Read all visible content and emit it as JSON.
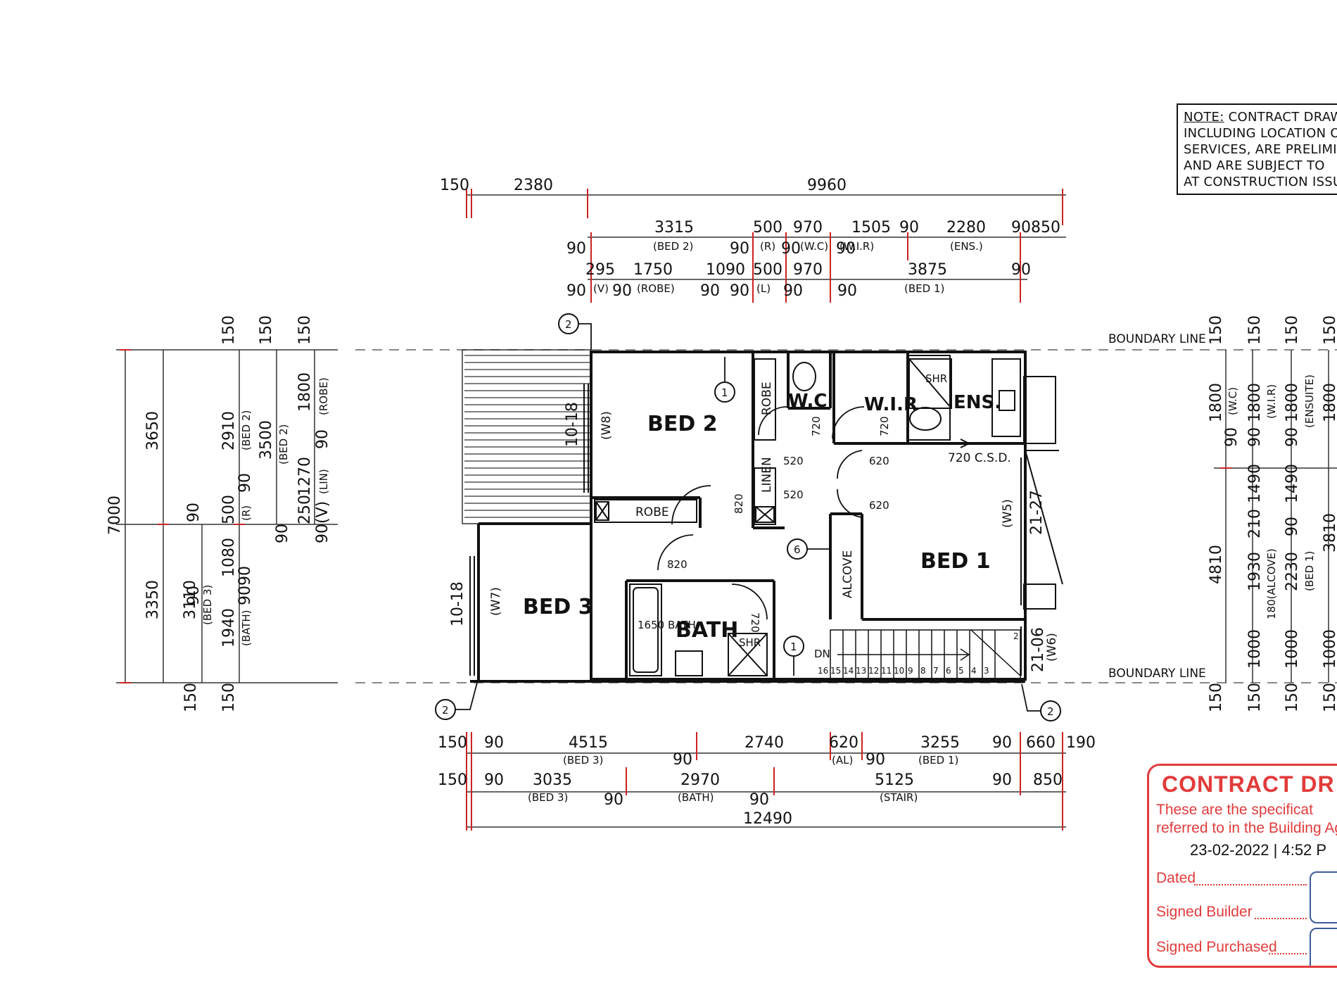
{
  "note": {
    "label": "NOTE:",
    "lines": [
      "CONTRACT DRAW",
      "INCLUDING LOCATION O",
      "SERVICES, ARE PRELIMIN",
      "AND ARE SUBJECT TO",
      "AT CONSTRUCTION ISSU"
    ]
  },
  "rooms": {
    "bed2": "BED 2",
    "bed3": "BED 3",
    "bed1": "BED 1",
    "bath": "BATH",
    "wc": "W.C",
    "wir": "W.I.R",
    "ens": "ENS.",
    "robe_v": "ROBE",
    "robe_h": "ROBE",
    "linen": "LINEN",
    "alcove": "ALCOVE",
    "shr1": "SHR",
    "shr2": "SHR",
    "bath_tub": "1650 BATH",
    "csd": "720  C.S.D.",
    "dn": "DN"
  },
  "windows": {
    "w8": "(W8)",
    "w7": "(W7)",
    "w5": "(W5)",
    "w6": "(W6)"
  },
  "window_sizes": {
    "w8": "10-18",
    "w7": "10-18",
    "w5": "21-27",
    "w6": "21-06"
  },
  "boundary": {
    "top": "BOUNDARY LINE",
    "bottom": "BOUNDARY LINE"
  },
  "stair_numbers": [
    "16",
    "15",
    "14",
    "13",
    "12",
    "11",
    "10",
    "9",
    "8",
    "7",
    "6",
    "5",
    "4",
    "3"
  ],
  "door_labels": [
    "720",
    "720",
    "520",
    "520",
    "620",
    "620",
    "820",
    "820",
    "720"
  ],
  "markers": {
    "m1a": "1",
    "m1b": "1",
    "m2a": "2",
    "m2b": "2",
    "m2c": "2",
    "m6": "6",
    "m2d": "2"
  },
  "dims_top": {
    "row1": [
      "150",
      "2380",
      "9960"
    ],
    "row2": [
      "3315",
      "500",
      "970",
      "1505",
      "90",
      "2280",
      "90850"
    ],
    "row2_sub": [
      "(BED 2)",
      "(R)",
      "(W.C)",
      "(W.I.R)",
      "(ENS.)"
    ],
    "row2_90": [
      "90",
      "90",
      "90",
      "90"
    ],
    "row3": [
      "295",
      "1750",
      "1090",
      "500",
      "970",
      "3875",
      "90"
    ],
    "row3_sub": [
      "(V)",
      "(ROBE)",
      "(L)",
      "(BED 1)"
    ],
    "row3_90": [
      "90",
      "90",
      "90",
      "90",
      "90",
      "90"
    ]
  },
  "dims_bottom": {
    "row1": [
      "150",
      "90",
      "4515",
      "2740",
      "620",
      "3255",
      "90",
      "660",
      "190"
    ],
    "row1_sub": [
      "(BED 3)",
      "(AL)",
      "(BED 1)"
    ],
    "row1_90": [
      "90",
      "90"
    ],
    "row2": [
      "150",
      "90",
      "3035",
      "2970",
      "5125",
      "90",
      "850"
    ],
    "row2_sub": [
      "(BED 3)",
      "(BATH)",
      "(STAIR)"
    ],
    "row2_90": [
      "90",
      "90"
    ],
    "total": "12490"
  },
  "dims_left": {
    "outer": [
      "7000",
      "3650",
      "3350"
    ],
    "col2": [
      "3110",
      "(BED 3)",
      "1940",
      "(BATH)"
    ],
    "col3": [
      "150",
      "2910",
      "(BED 2)",
      "500",
      "(R)",
      "1080",
      "90",
      "90",
      "150"
    ],
    "col4": [
      "150",
      "3500",
      "(BED 2)",
      "250",
      "90",
      "150"
    ],
    "col5": [
      "150",
      "1800",
      "(ROBE)",
      "90",
      "1270",
      "(LIN)",
      "90(V)",
      "90",
      "90"
    ],
    "tick90": "90"
  },
  "dims_right": {
    "c1": [
      "150",
      "1800",
      "(W.C)",
      "90",
      "4810",
      "150"
    ],
    "c2": [
      "150",
      "1800",
      "(W.I.R)",
      "90",
      "1490",
      "210",
      "1930",
      "180(ALCOVE)",
      "1000",
      "150"
    ],
    "c3": [
      "150",
      "1800",
      "(ENSUITE)",
      "90",
      "1490",
      "90",
      "2230",
      "(BED 1)",
      "1000",
      "150"
    ],
    "c4": [
      "150",
      "1800",
      "3810",
      "1000",
      "150"
    ]
  },
  "stamp": {
    "title": "CONTRACT DR",
    "body1": "These are the specificat",
    "body2": "referred to in the Building Ag",
    "date": "23-02-2022 | 4:52 P",
    "dated": "Dated",
    "builder": "Signed Builder",
    "purchased": "Signed Purchased"
  },
  "colors": {
    "ink": "#111111",
    "dimline": "#333333",
    "stamp_red": "#e23b3b",
    "grey_dash": "#888888"
  }
}
